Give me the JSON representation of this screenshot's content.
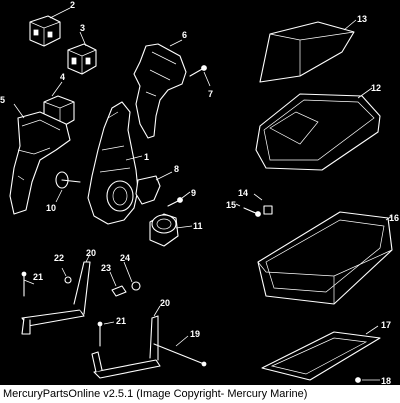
{
  "caption": "MercuryPartsOnline v2.5.1 (Image Copyright- Mercury Marine)",
  "callouts": [
    "2",
    "3",
    "4",
    "5",
    "6",
    "7",
    "1",
    "8",
    "9",
    "10",
    "11",
    "13",
    "12",
    "14",
    "15",
    "16",
    "22",
    "20",
    "21",
    "23",
    "24",
    "20",
    "21",
    "19",
    "17",
    "18"
  ]
}
